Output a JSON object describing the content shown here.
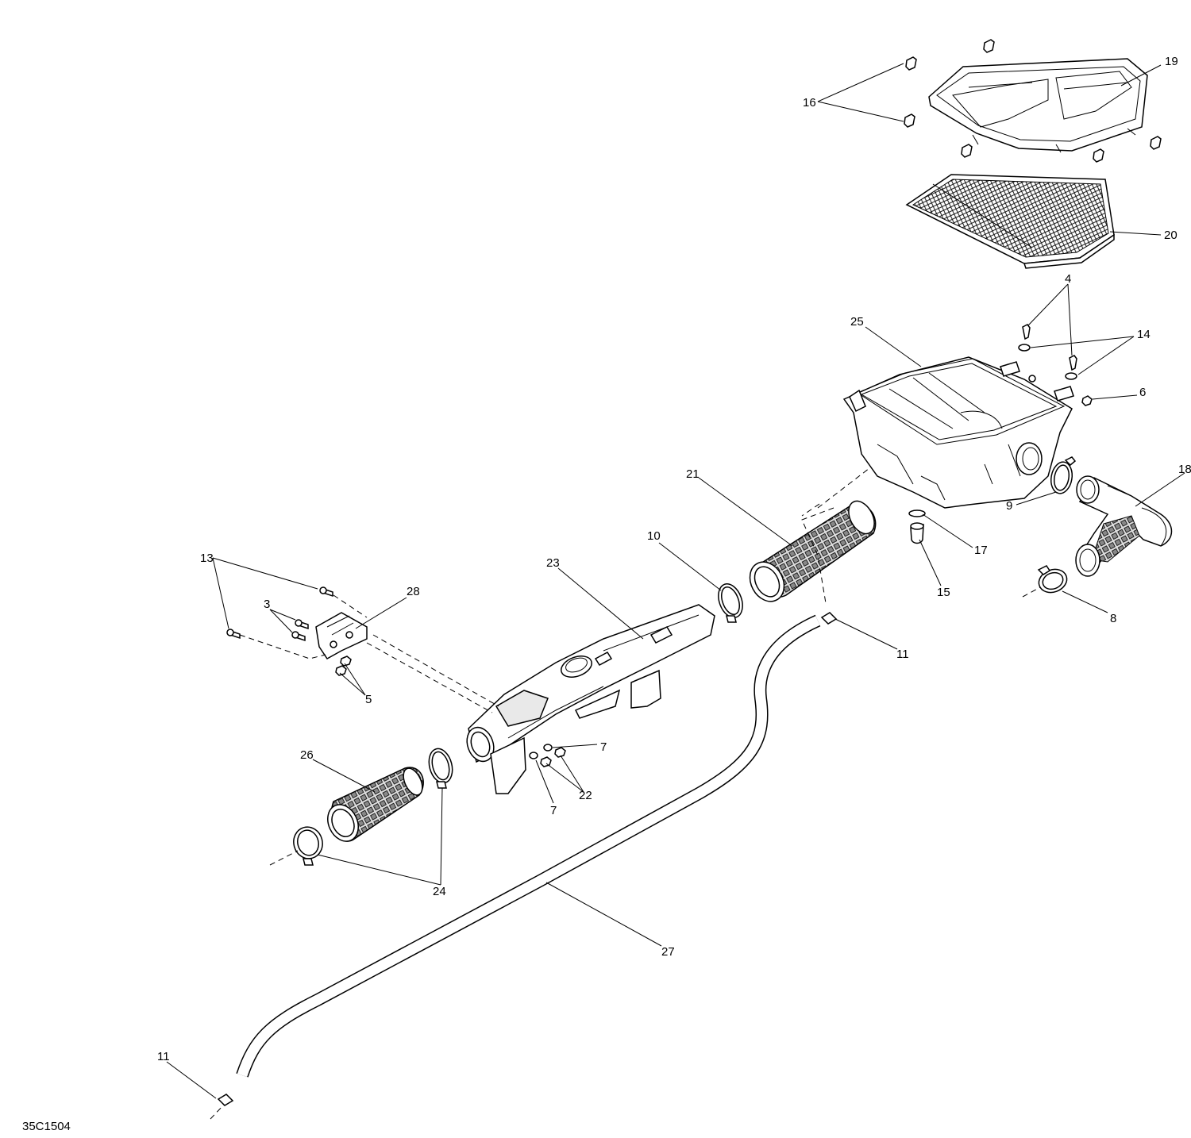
{
  "diagram_code": "35C1504",
  "callouts": {
    "c3": "3",
    "c4": "4",
    "c5": "5",
    "c6": "6",
    "c7a": "7",
    "c7b": "7",
    "c8": "8",
    "c9": "9",
    "c10": "10",
    "c11a": "11",
    "c11b": "11",
    "c13": "13",
    "c14": "14",
    "c15": "15",
    "c16": "16",
    "c17": "17",
    "c18": "18",
    "c19": "19",
    "c20": "20",
    "c21": "21",
    "c22": "22",
    "c23": "23",
    "c24": "24",
    "c25": "25",
    "c26": "26",
    "c27": "27",
    "c28": "28"
  }
}
